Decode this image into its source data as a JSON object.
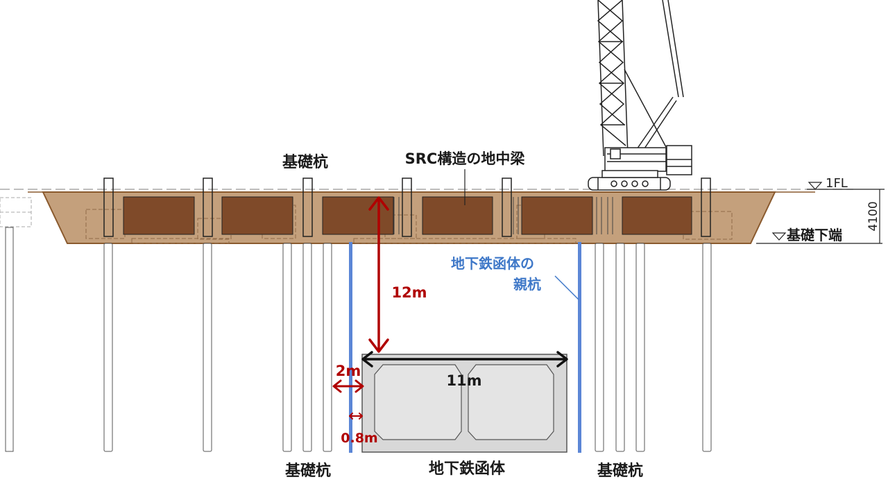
{
  "labels": {
    "pile_top": "基礎杭",
    "src_beam": "SRC構造の地中梁",
    "fl": "1FL",
    "base_bottom": "基礎下端",
    "depth_dim": "4100",
    "subway_pile_line1": "地下鉄函体の",
    "subway_pile_line2": "親杭",
    "clearance_vertical": "12m",
    "box_width": "11m",
    "side_gap": "2m",
    "small_gap": "0.8m",
    "pile_left_bottom": "基礎杭",
    "subway_box": "地下鉄函体",
    "pile_right_bottom": "基礎杭"
  },
  "colors": {
    "ground": "#c4a07c",
    "beam": "#7f4a29",
    "footing_outline": "#8a5a2e",
    "subway_pile": "#5b86d6",
    "dimension": "#b00000",
    "annotation_blue": "#3f78c8",
    "box_fill": "#d8d8d8"
  }
}
